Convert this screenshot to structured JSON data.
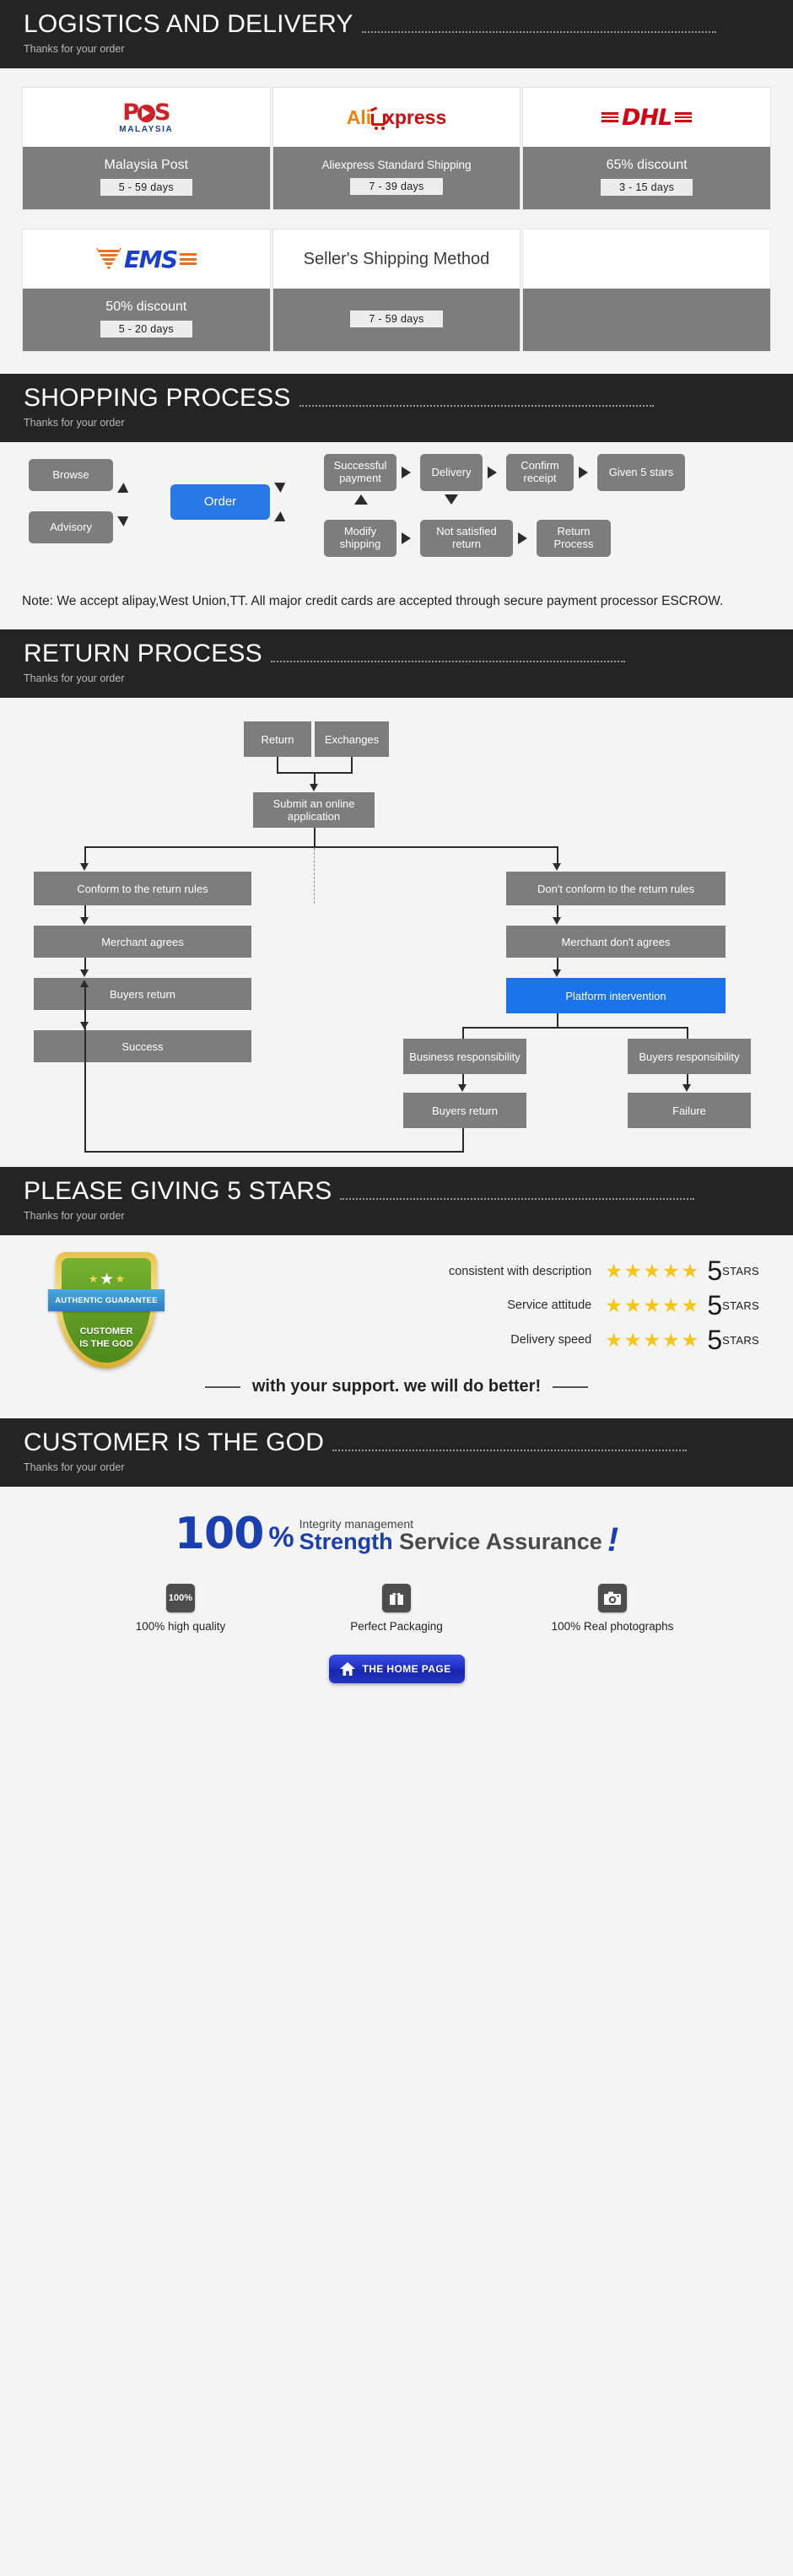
{
  "sections": {
    "logistics": {
      "title": "LOGISTICS AND DELIVERY",
      "subtitle": "Thanks for your order"
    },
    "shopping": {
      "title": "SHOPPING PROCESS",
      "subtitle": "Thanks for your order"
    },
    "returns": {
      "title": "RETURN PROCESS",
      "subtitle": "Thanks for your order"
    },
    "stars": {
      "title": "PLEASE GIVING 5 STARS",
      "subtitle": "Thanks for your order"
    },
    "customer": {
      "title": "CUSTOMER IS THE GOD",
      "subtitle": "Thanks for your order"
    }
  },
  "shipping": {
    "cards": [
      {
        "logo": "pos-malaysia-logo",
        "name": "Malaysia Post",
        "days": "5 - 59  days"
      },
      {
        "logo": "aliexpress-logo",
        "name": "Aliexpress Standard Shipping",
        "days": "7 - 39  days"
      },
      {
        "logo": "dhl-logo",
        "name": "65% discount",
        "days": "3 - 15  days"
      },
      {
        "logo": "ems-logo",
        "name": "50% discount",
        "days": "5 - 20  days"
      },
      {
        "logo": "text-title",
        "title": "Seller's Shipping Method",
        "name": "",
        "days": "7 - 59  days"
      },
      {
        "logo": "none",
        "name": "",
        "days": ""
      }
    ],
    "pos_logo": {
      "word": "P",
      "word2": "S",
      "sub": "MALAYSIA"
    },
    "ali_logo": {
      "ali": "Ali",
      "xpress": "xpress"
    },
    "dhl_logo": {
      "text": "DHL"
    },
    "ems_logo": {
      "text": "EMS"
    }
  },
  "shopping_flow": {
    "nodes": [
      {
        "id": "browse",
        "label": "Browse"
      },
      {
        "id": "advisory",
        "label": "Advisory"
      },
      {
        "id": "order",
        "label": "Order"
      },
      {
        "id": "payment",
        "label": "Successful payment"
      },
      {
        "id": "delivery",
        "label": "Delivery"
      },
      {
        "id": "confirm",
        "label": "Confirm receipt"
      },
      {
        "id": "stars",
        "label": "Given 5 stars"
      },
      {
        "id": "modify",
        "label": "Modify shipping"
      },
      {
        "id": "notsat",
        "label": "Not satisfied return"
      },
      {
        "id": "retproc",
        "label": "Return Process"
      }
    ],
    "note": "Note: We accept alipay,West Union,TT. All major credit cards are accepted through secure payment processor ESCROW."
  },
  "return_flow": {
    "nodes": [
      {
        "id": "return",
        "label": "Return"
      },
      {
        "id": "exchanges",
        "label": "Exchanges"
      },
      {
        "id": "submit",
        "label": "Submit an online application"
      },
      {
        "id": "conform",
        "label": "Conform to the return rules"
      },
      {
        "id": "noconform",
        "label": "Don't conform to the return rules"
      },
      {
        "id": "magrees",
        "label": "Merchant agrees"
      },
      {
        "id": "mdisagrees",
        "label": "Merchant don't agrees"
      },
      {
        "id": "breturn1",
        "label": "Buyers return"
      },
      {
        "id": "platform",
        "label": "Platform intervention"
      },
      {
        "id": "success",
        "label": "Success"
      },
      {
        "id": "bizresp",
        "label": "Business responsibility"
      },
      {
        "id": "buyresp",
        "label": "Buyers responsibility"
      },
      {
        "id": "breturn2",
        "label": "Buyers return"
      },
      {
        "id": "failure",
        "label": "Failure"
      }
    ]
  },
  "ratings": {
    "shield": {
      "band": "AUTHENTIC GUARANTEE",
      "line1": "CUSTOMER",
      "line2": "IS THE GOD",
      "stars": "★★★★★"
    },
    "rows": [
      {
        "label": "consistent with description",
        "stars": "★★★★★",
        "score": "5",
        "unit": "STARS"
      },
      {
        "label": "Service attitude",
        "stars": "★★★★★",
        "score": "5",
        "unit": "STARS"
      },
      {
        "label": "Delivery speed",
        "stars": "★★★★★",
        "score": "5",
        "unit": "STARS"
      }
    ],
    "tagline": "with your support. we will do better!"
  },
  "assurance": {
    "number": "100",
    "percent": "%",
    "small": "Integrity management",
    "strength": "Strength",
    "service": "Service Assurance",
    "bang": "!",
    "features": [
      {
        "icon": "percent-badge-icon",
        "icon_text": "100%",
        "label": "100% high quality"
      },
      {
        "icon": "gift-box-icon",
        "icon_text": "",
        "label": "Perfect Packaging"
      },
      {
        "icon": "camera-icon",
        "icon_text": "",
        "label": "100% Real photographs"
      }
    ],
    "home_button": "THE HOME PAGE"
  },
  "colors": {
    "header_bg": "#242424",
    "box_gray": "#7d7d7d",
    "accent_blue": "#2878e8",
    "page_bg": "#f4f4f4",
    "star_gold": "#f5c518"
  }
}
